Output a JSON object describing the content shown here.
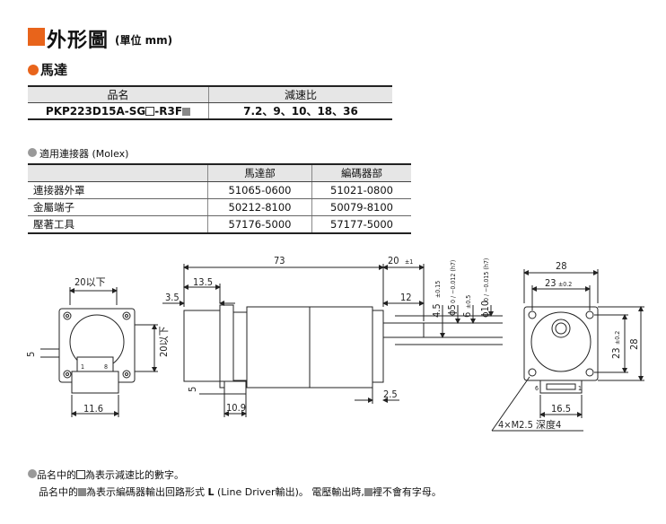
{
  "header": {
    "title": "外形圖",
    "unit": "(單位 mm)"
  },
  "section": {
    "title": "馬達"
  },
  "model_table": {
    "headers": [
      "品名",
      "減速比"
    ],
    "model_prefix": "PKP223D15A-SG",
    "model_mid": "-R3F",
    "ratios": "7.2、9、10、18、36"
  },
  "connector": {
    "title": "適用連接器 (Molex)",
    "headers": [
      "",
      "馬達部",
      "編碼器部"
    ],
    "rows": [
      [
        "連接器外罩",
        "51065-0600",
        "51021-0800"
      ],
      [
        "金屬端子",
        "50212-8100",
        "50079-8100"
      ],
      [
        "壓著工具",
        "57176-5000",
        "57177-5000"
      ]
    ]
  },
  "drawing": {
    "front": {
      "top_dim": "20以下",
      "right_dim": "20以下",
      "left_dim": "5",
      "bottom_dim": "11.6",
      "pin1": "1",
      "pin8": "8"
    },
    "side": {
      "total_len": "73",
      "shaft_len": "20",
      "shaft_tol": "±1",
      "d1": "13.5",
      "d2": "3.5",
      "d3": "12",
      "d4": "4.5",
      "d4_tol": "±0.15",
      "d5": "ϕ5",
      "d5_tol": "0 / −0.012 (h7)",
      "d6": "6",
      "d6_tol": "±0.5",
      "d7": "ϕ10",
      "d7_tol": "0 / −0.015 (h7)",
      "d8": "5",
      "d9": "10.9",
      "d10": "2.5"
    },
    "end": {
      "top1": "28",
      "top2": "23",
      "top2_tol": "±0.2",
      "right1": "23",
      "right1_tol": "±0.2",
      "right2": "28",
      "pin6": "6",
      "pin1": "1",
      "bottom": "16.5",
      "screw": "4×M2.5 深度4"
    }
  },
  "notes": {
    "line1_a": "品名中的",
    "line1_b": "為表示減速比的數字。",
    "line2_a": "品名中的",
    "line2_b": "為表示編碼器輸出回路形式",
    "line2_L": "L",
    "line2_c": "(Line Driver輸出)。 電壓輸出時,",
    "line2_d": "裡不會有字母。"
  }
}
